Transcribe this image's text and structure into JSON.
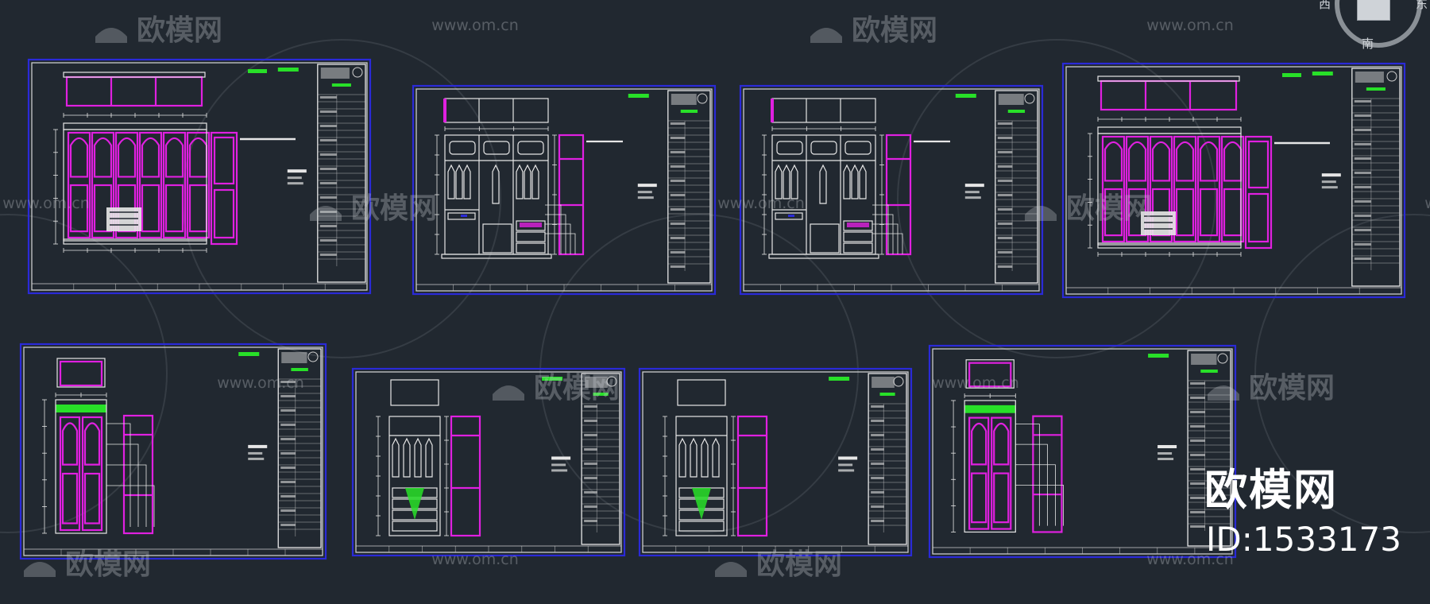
{
  "watermark": {
    "site": "www.om.cn",
    "brand": "欧模网"
  },
  "stamp": {
    "brand": "欧模网",
    "id": "ID:1533173"
  },
  "viewcube": {
    "west": "西",
    "east": "东",
    "south": "南"
  },
  "colors": {
    "background": "#212830",
    "sheet_frame": "#2a2ad8",
    "line_white": "#e6e6e6",
    "line_magenta": "#e020e0",
    "label_green": "#28e028",
    "watermark": "#c8ccd2"
  }
}
